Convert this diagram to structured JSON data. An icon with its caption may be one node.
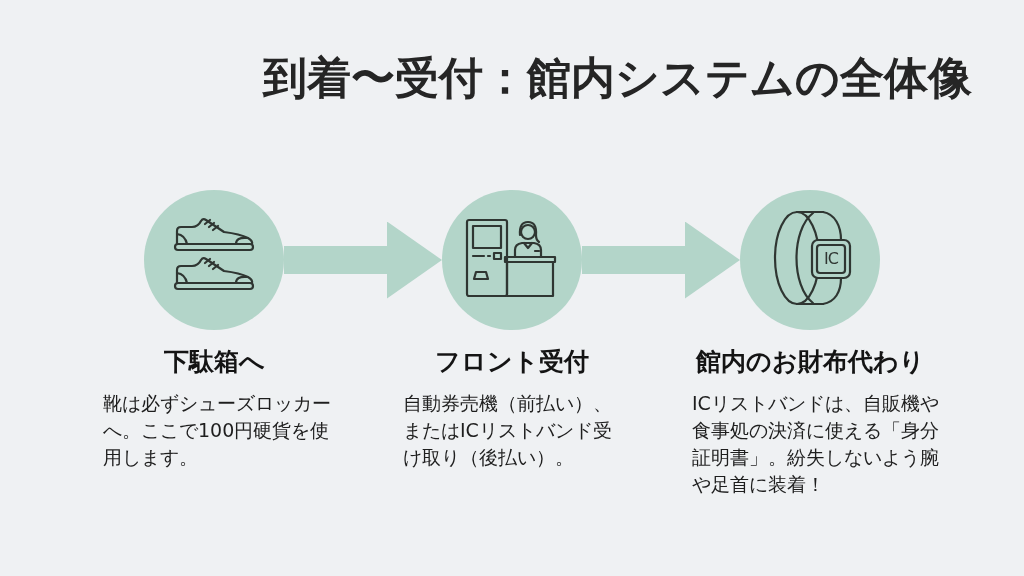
{
  "diagram": {
    "title": "到着〜受付：館内システムの全体像",
    "nodes": [
      {
        "text": [
          "下駄箱へ",
          "靴は必ずシューズロッカーへ。ここで100円硬貨を使用します。"
        ]
      },
      {
        "text": [
          "フロント受付",
          "自動券売機（前払い）、またはICリストバンド受け取り（後払い）。"
        ]
      },
      {
        "text": [
          "館内のお財布代わり",
          "ICリストバンドは、自販機や食事処の決済に使える「身分証明書」。紛失しないよう腕や足首に装着！"
        ]
      }
    ],
    "edges": [
      {
        "from": 0,
        "to": 1,
        "arrow": "to"
      },
      {
        "from": 1,
        "to": 2,
        "arrow": "to"
      }
    ],
    "labels": [
      "IC"
    ]
  }
}
